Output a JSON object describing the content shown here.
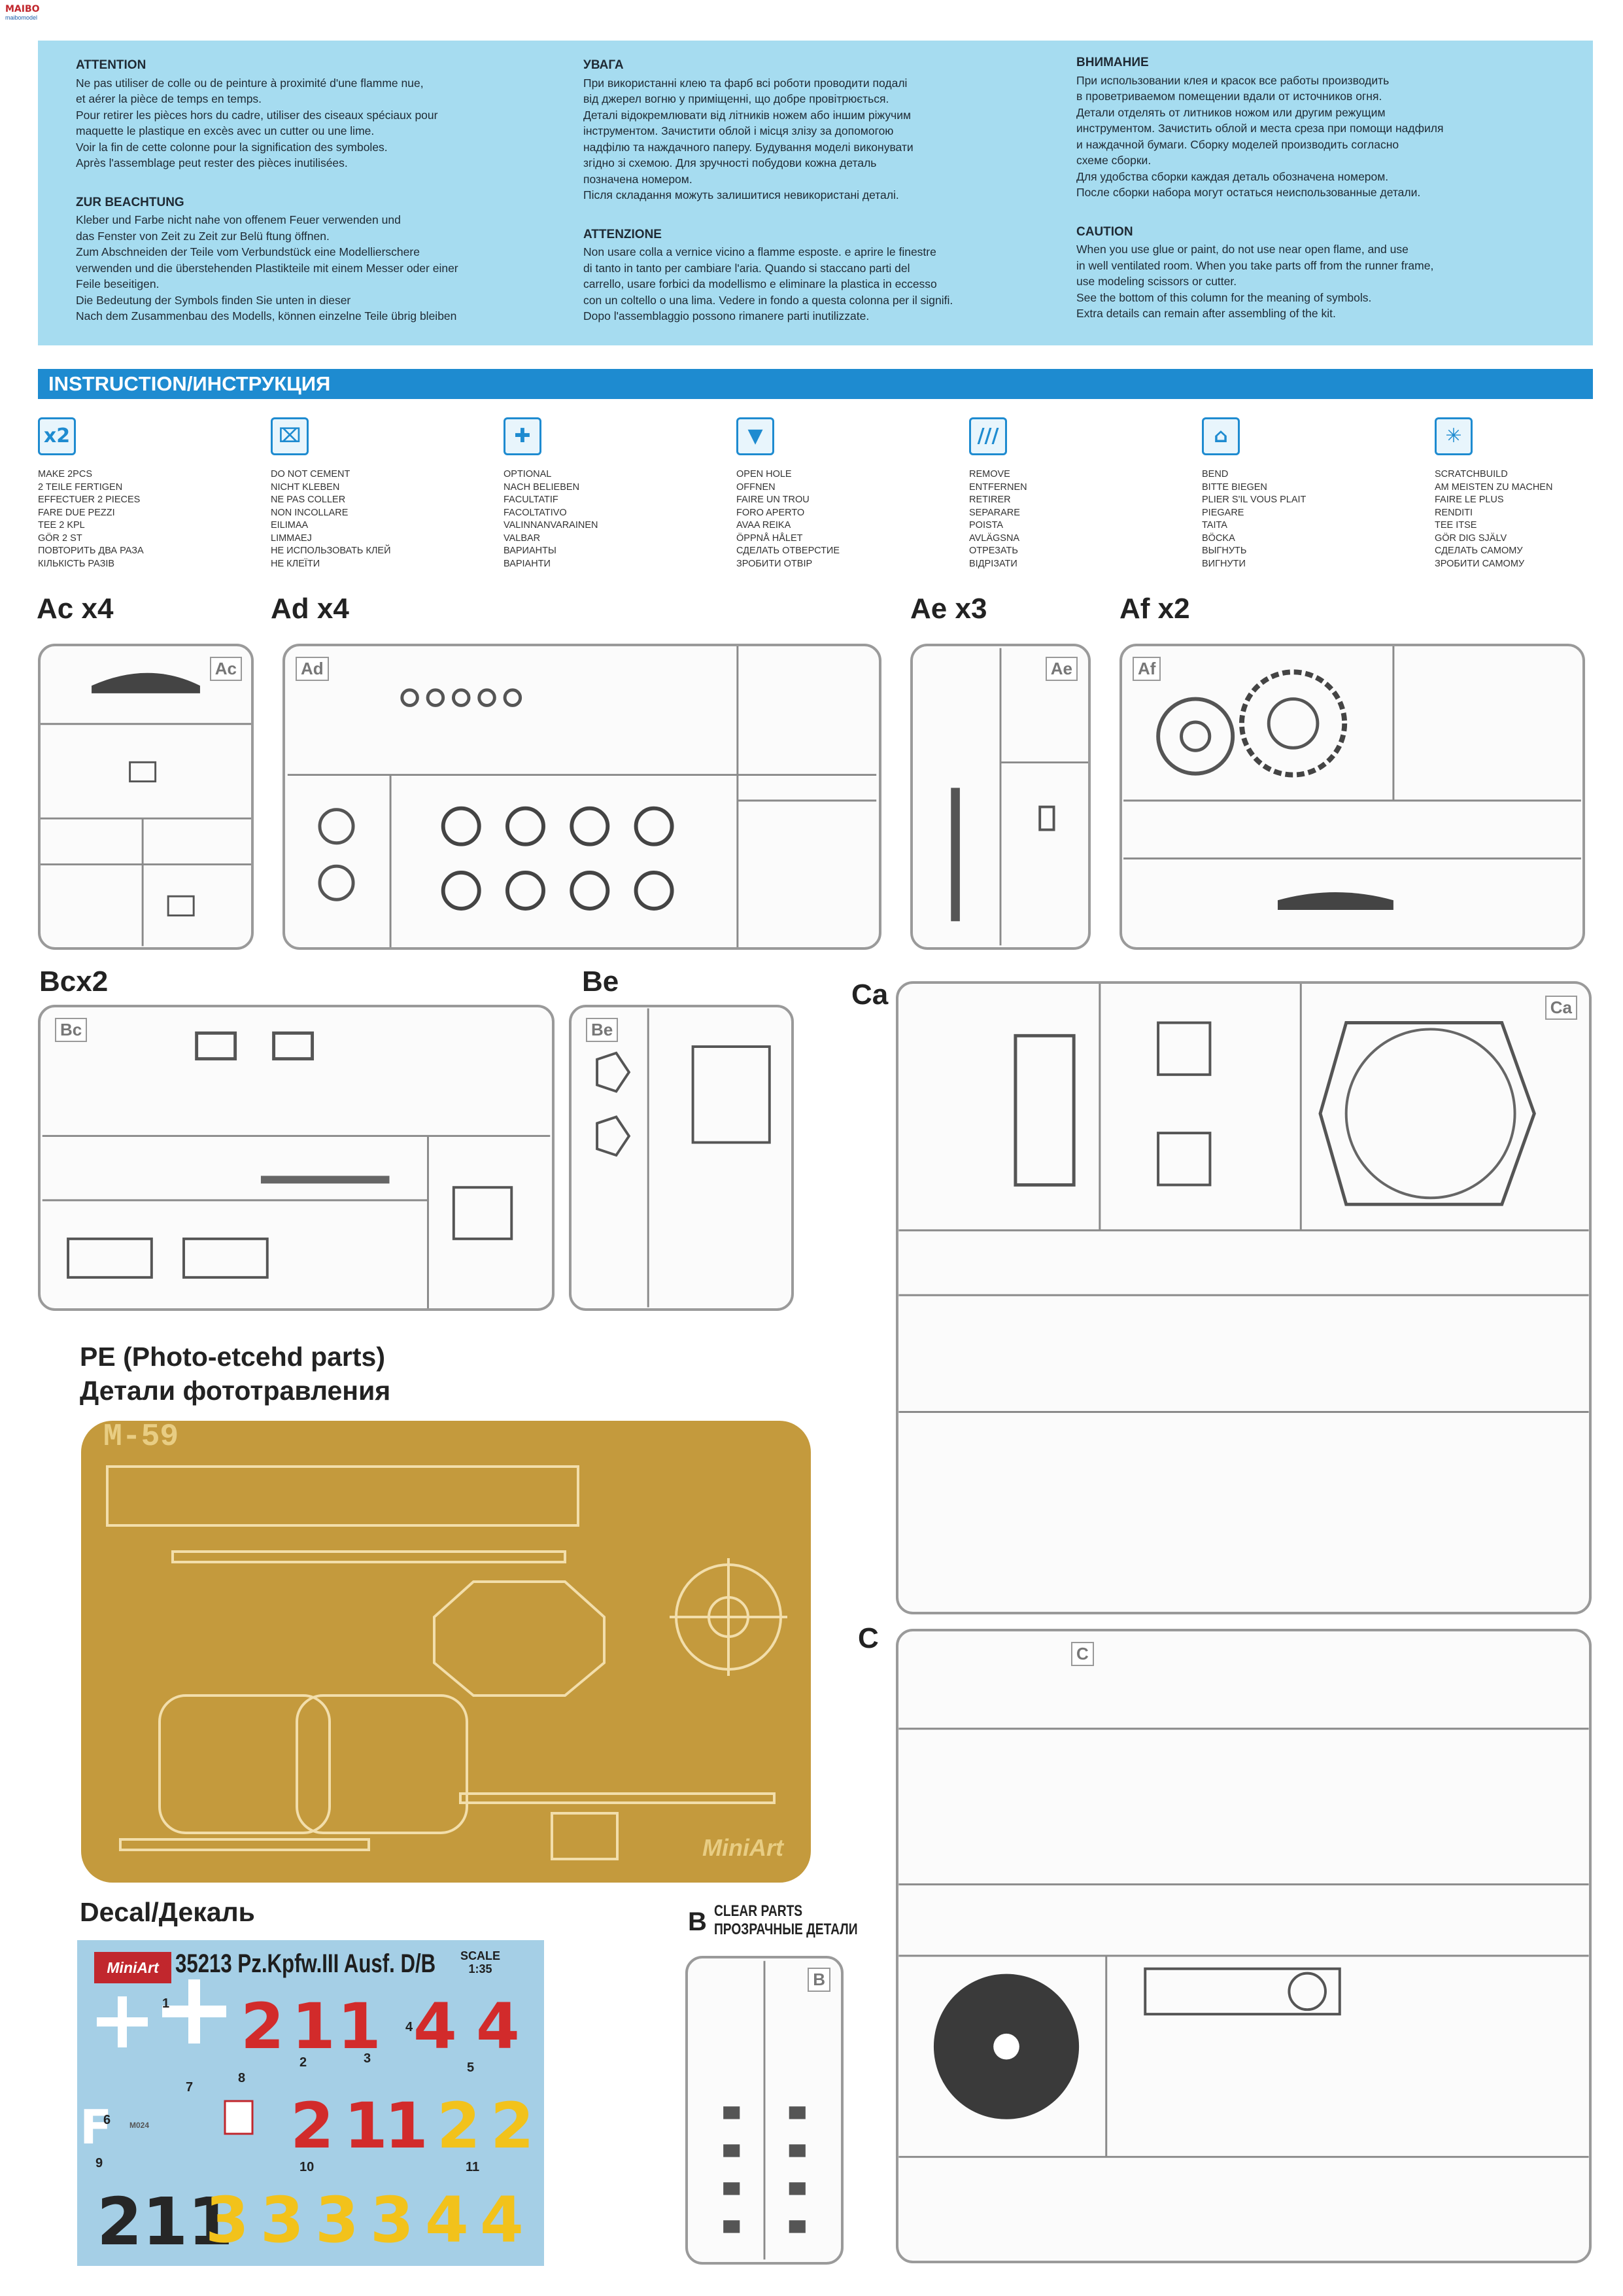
{
  "brand": {
    "name": "MAIBO",
    "sub": "maibomodel"
  },
  "warnings": {
    "fr": {
      "title": "ATTENTION",
      "text": "Ne pas utiliser de colle ou de peinture à proximité d'une flamme nue,\net aérer la pièce de temps en temps.\nPour retirer les pièces hors du cadre, utiliser des ciseaux spéciaux pour\nmaquette le plastique en excès avec un cutter ou une lime.\nVoir la fin de cette colonne pour la signification des symboles.\nAprès l'assemblage peut rester des pièces inutilisées."
    },
    "de": {
      "title": "ZUR BEACHTUNG",
      "text": "Kleber und Farbe nicht nahe von offenem Feuer verwenden und\ndas Fenster von Zeit zu Zeit zur Belü ftung öffnen.\nZum Abschneiden der Teile vom Verbundstück eine Modellierschere\nverwenden und die überstehenden Plastikteile mit einem Messer oder einer\nFeile beseitigen.\nDie Bedeutung der Symbols finden Sie unten in dieser\nNach dem Zusammenbau des Modells, können einzelne Teile übrig bleiben"
    },
    "ua": {
      "title": "УВАГА",
      "text": "При використанні клею та фарб всі роботи проводити подалі\nвід джерел вогню у приміщенні, що добре провітрюється.\nДеталі відокремлювати від літників ножем або іншим ріжучим\nінструментом. Зачистити облой і місця злізу за допомогою\nнадфілю та наждачного паперу. Будування моделі виконувати\nзгідно зі схемою. Для зручності побудови кожна деталь\nпозначена номером.\nПісля складання можуть залишитися невикористані деталі."
    },
    "it": {
      "title": "ATTENZIONE",
      "text": "Non usare colla a vernice vicino a flamme esposte. e aprire le finestre\ndi tanto in tanto per cambiare l'aria. Quando si staccano parti del\ncarrello, usare forbici da modellismo e eliminare la plastica in eccesso\ncon un coltello o una lima. Vedere in fondo a questa colonna  per il signifi.\nDopo l'assemblaggio possono rimanere parti inutilizzate."
    },
    "ru": {
      "title": "ВНИМАНИЕ",
      "text": "При использовании клея и красок все работы производить\nв проветриваемом помещении вдали от источников огня.\nДетали отделять от литников ножом или другим режущим\nинструментом. Зачистить облой и места среза при помощи надфиля\nи наждачной бумаги. Сборку моделей производить согласно\nсхеме сборки.\nДля удобства сборки каждая деталь обозначена номером.\nПосле сборки набора могут остаться неиспользованные детали."
    },
    "en": {
      "title": "CAUTION",
      "text": "When you use glue or paint, do not use near open flame, and use\nin well ventilated room. When you take parts off from the runner frame,\nuse modeling scissors or cutter.\nSee the bottom of this column for the meaning of symbols.\nExtra details can remain after assembling of the kit."
    }
  },
  "instruction_bar": "INSTRUCTION/ИНСТРУКЦИЯ",
  "symbols": [
    {
      "icon": "x2",
      "name": "make-2-pcs",
      "lines": "MAKE 2pcs\n2 TEILE FERTIGEN\nEFFECTUER 2 PIECES\nFARE DUE PEZZI\nTEE 2 KPL\nGÖR 2 ST\nПОВТОРИТЬ ДВА РАЗА\nКІЛЬКІСТЬ РАЗІВ"
    },
    {
      "icon": "⌧",
      "name": "do-not-cement",
      "lines": "DO NOT CEMENT\nNICHT KLEBEN\nNE PAS COLLER\nNON INCOLLARE\nEILIMAA\nLIMMAEJ\nНЕ ИСПОЛЬЗОВАТЬ КЛЕЙ\nНЕ КЛЕЇТИ"
    },
    {
      "icon": "✚",
      "name": "optional",
      "lines": "OPTIONAL\nNACH BELIEBEN\nFACULTATIF\nFACOLTATIVO\nVALINNANVARAINEN\nVALBAR\nВАРИАНТЫ\nВАРІАНТИ"
    },
    {
      "icon": "▼",
      "name": "open-hole",
      "lines": "OPEN  HOLE\nOFFNEN\nFAIRE UN TROU\nFORO APERTO\nAVAA REIKA\nÖPPNÅ HÅLET\nСДЕЛАТЬ ОТВЕРСТИЕ\nЗРОБИТИ ОТВІР"
    },
    {
      "icon": "///",
      "name": "remove",
      "lines": "REMOVE\nENTFERNEN\nRETIRER\nSEPARARE\nPOISTA\nAVLÄGSNA\nОТРЕЗАТЬ\nВІДРІЗАТИ"
    },
    {
      "icon": "⌂",
      "name": "bend",
      "lines": "BEND\nBITTE BIEGEN\nPLIER S'IL VOUS PLAIT\nPIEGARE\nTAITA\nBÖCKA\nВЫГНУТЬ\nВИГНУТИ"
    },
    {
      "icon": "✳",
      "name": "scratchbuild",
      "lines": "SCRATCHBUILD\nAM MEISTEN ZU MACHEN\nFAIRE LE PLUS\nRENDITI\nTEE ITSE\nGÖR DIG SJÄLV\nСДЕЛАТЬ САМОМУ\nЗРОБИТИ САМОМУ"
    }
  ],
  "sprues": [
    {
      "id": "Ac",
      "title": "Ac x4",
      "letter": "Ac"
    },
    {
      "id": "Ad",
      "title": "Ad x4",
      "letter": "Ad"
    },
    {
      "id": "Ae",
      "title": "Ae x3",
      "letter": "Ae"
    },
    {
      "id": "Af",
      "title": "Af x2",
      "letter": "Af"
    },
    {
      "id": "Bc",
      "title": "Bcx2",
      "letter": "Bc"
    },
    {
      "id": "Be",
      "title": "Be",
      "letter": "Be"
    },
    {
      "id": "Ca",
      "title": "Ca",
      "letter": "Ca"
    },
    {
      "id": "C",
      "title": "C",
      "letter": "C"
    },
    {
      "id": "B",
      "title": "B",
      "letter": "B"
    }
  ],
  "pe": {
    "title_en": "PE (Photo-etcehd parts)",
    "title_ru": "Детали фототравления",
    "name": "M-59",
    "brand": "MiniArt"
  },
  "decal": {
    "title": "Decal/Декаль",
    "logo": "MiniArt",
    "product": "35213 Pz.Kpfw.III Ausf. D/B",
    "scale_label": "SCALE",
    "scale": "1:35",
    "row1": [
      "2",
      "1",
      "1",
      "4",
      "4"
    ],
    "row2": [
      "2",
      "1",
      "1",
      "2",
      "2"
    ],
    "row3": [
      "211",
      "3",
      "3",
      "3",
      "3",
      "4",
      "4"
    ],
    "marks": [
      "1",
      "2",
      "3",
      "4",
      "5",
      "6",
      "7",
      "8",
      "9",
      "10",
      "11"
    ],
    "letter": "F",
    "code": "M024"
  },
  "clear": {
    "letter": "B",
    "line1": "CLEAR PARTS",
    "line2": "ПРОЗРАЧНЫЕ ДЕТАЛИ"
  }
}
